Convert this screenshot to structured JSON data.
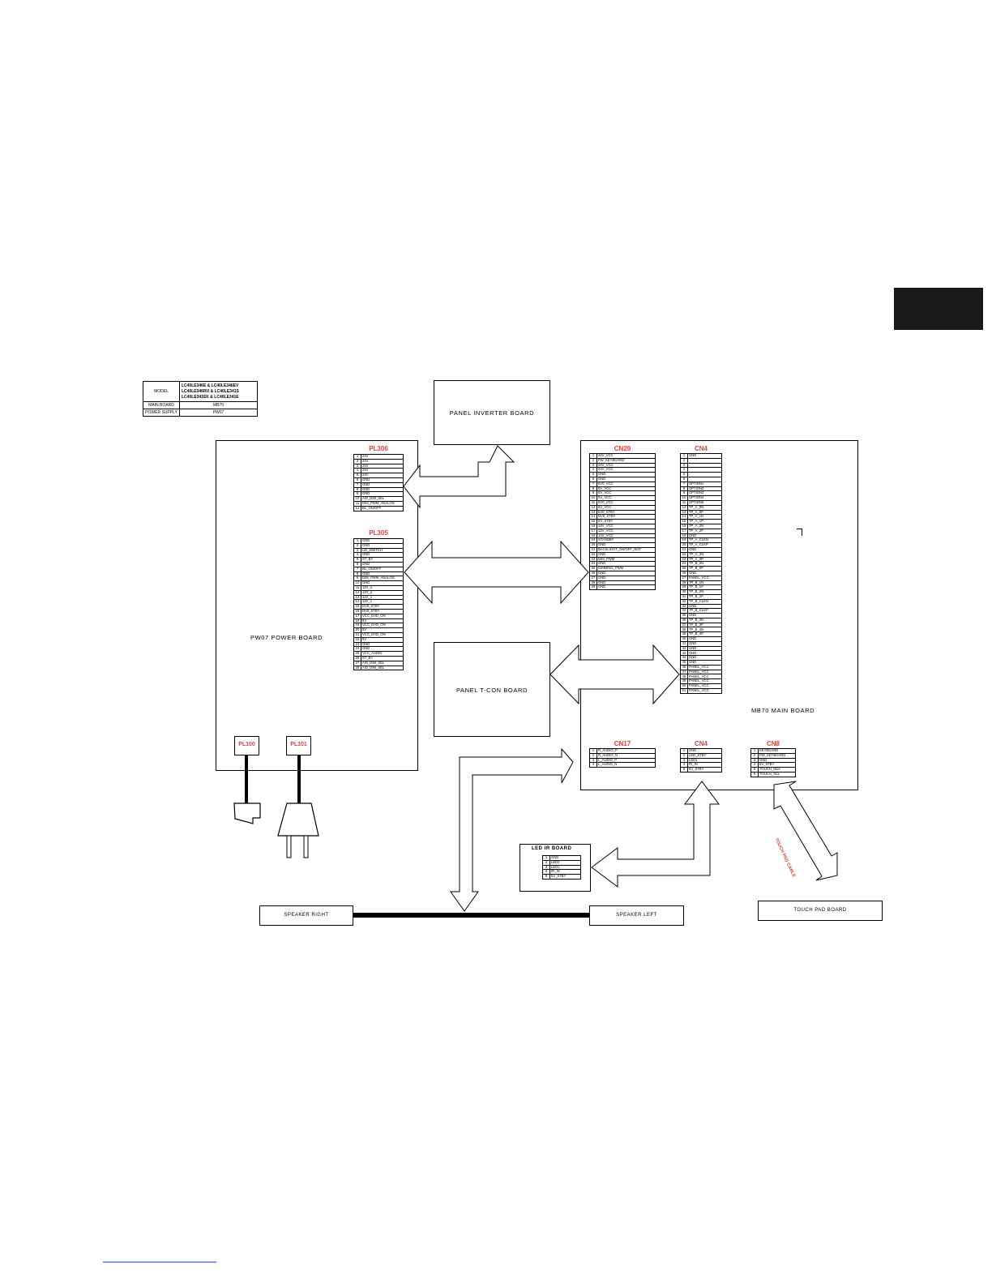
{
  "page_tab": {
    "color": "#1a1a1a"
  },
  "model_table": {
    "model_label": "MODEL",
    "model_value_lines": [
      "LC40LE346E & LC40LE346EV",
      "LC40LE346RU & LC40LE341S",
      "LC40LE341EK & LC40LE341E"
    ],
    "main_board_label": "MAIN BOARD",
    "main_board_value": "MB70",
    "power_supply_label": "POWER SUPPLY",
    "power_supply_value": "PW07"
  },
  "boards": {
    "panel_inverter": "PANEL INVERTER BOARD",
    "power_board": "PW07 POWER BOARD",
    "panel_tcon": "PANEL T-CON BOARD",
    "main_board": "MB70 MAIN BOARD",
    "led_ir": "LED IR BOARD",
    "touch_pad": "TOUCH PAD BOARD",
    "speaker_right": "SPEAKER RIGHT",
    "speaker_left": "SPEAKER LEFT",
    "touch_cable": "TOUCH PAD CABLE"
  },
  "connectors": {
    "pl306": {
      "title": "PL306",
      "pins": [
        "24V",
        "24V",
        "24V",
        "24V",
        "24V",
        "GND",
        "GND",
        "GND",
        "GND",
        "A/D_DIM_SEL",
        "DIM_PWM_ANALOG",
        "BL_ON/OFF"
      ]
    },
    "pl305": {
      "title": "PL305",
      "pins": [
        "GND",
        "GND",
        "LW_SWITCH",
        "GND",
        "ST_BY",
        "GND",
        "BL_ON/OFF",
        "GND",
        "DIM_PWM_ANALOG",
        "GND",
        "12V_2",
        "12V_2",
        "12V_1",
        "12V_1",
        "DV5_STBY",
        "DV5_STBY",
        "VCC_DVD_ON",
        "5V",
        "VCC_DVD_ON",
        "5V",
        "VCC_DVD_ON",
        "5V",
        "GND",
        "GND",
        "VCC_AUDIO",
        "ST_BY",
        "A/D_DIM_SEL",
        "A/D_DIM_SEL"
      ]
    },
    "pl100": {
      "title": "PL100"
    },
    "pl101": {
      "title": "PL101"
    },
    "cn29": {
      "title": "CN29",
      "pins": [
        "24V_VCC",
        "PW_KEYBOARD",
        "24V_VCC",
        "24V_VCC",
        "GND",
        "GND",
        "5V0_VCC",
        "5V_VCC",
        "5V_VCC",
        "5V_VCC",
        "5V0_VCC",
        "5V_VCC",
        "5V0_STBY",
        "DV5_STBY",
        "5V_STBY",
        "12V_VCC",
        "12V_VCC",
        "12V_VCC",
        "STANDBY",
        "GND",
        "BACKLIGHT_ON/OFF_NOT",
        "GND",
        "DIM_PWM",
        "GND",
        "DIMMING_PWM",
        "GND",
        "GND",
        "GND",
        "GND"
      ]
    },
    "cn4_top": {
      "title": "CN4",
      "pins": [
        "GND",
        "",
        "",
        "",
        "",
        "",
        "OPTION1",
        "OPTION2",
        "OPTION3",
        "OPTION4",
        "OPTION5",
        "TP_A_0N",
        "TP_A_0P",
        "TP_A_1N",
        "TP_A_1P",
        "TP_A_2N",
        "TP_A_2P",
        "GND",
        "TP_A_CLKN",
        "TP_A_CLKP",
        "GND",
        "TP_A_3N",
        "TP_A_3P",
        "TP_B_0N",
        "TP_B_0P",
        "GND",
        "PANEL_VCC",
        "TP_B_1N",
        "TP_B_1P",
        "TP_B_2N",
        "TP_B_2P",
        "TP_B_CLKN",
        "GND",
        "TP_B_CLKP",
        "GND",
        "TP_B_3N",
        "TP_B_3P",
        "TP_B_4N",
        "TP_B_4P",
        "GND",
        "GND",
        "GND",
        "GND",
        "GND",
        "GND",
        "PANEL_VCC",
        "PANEL_VCC",
        "PANEL_VCC",
        "PANEL_VCC",
        "PANEL_VCC",
        "PANEL_VCC"
      ]
    },
    "cn17": {
      "title": "CN17",
      "pins": [
        "R_AUDIO_P",
        "R_AUDIO_N",
        "L_AUDIO_P",
        "L_AUDIO_N"
      ]
    },
    "cn4_bottom": {
      "title": "CN4",
      "pins": [
        "GND",
        "LED_STBY",
        "LED1",
        "IR_IN",
        "5V_STBY"
      ]
    },
    "cn8": {
      "title": "CN8",
      "pins": [
        "KEYBOARD",
        "PW_KEYBOARD",
        "GND",
        "5V_STBY",
        "TOUCH_SDA",
        "TOUCH_SCL"
      ]
    },
    "led_ir": {
      "pins": [
        "GND",
        "LED2",
        "LED1",
        "IR_IN",
        "5V_STBY"
      ]
    }
  },
  "bottom_link": {
    "color": "#1a3db5"
  }
}
